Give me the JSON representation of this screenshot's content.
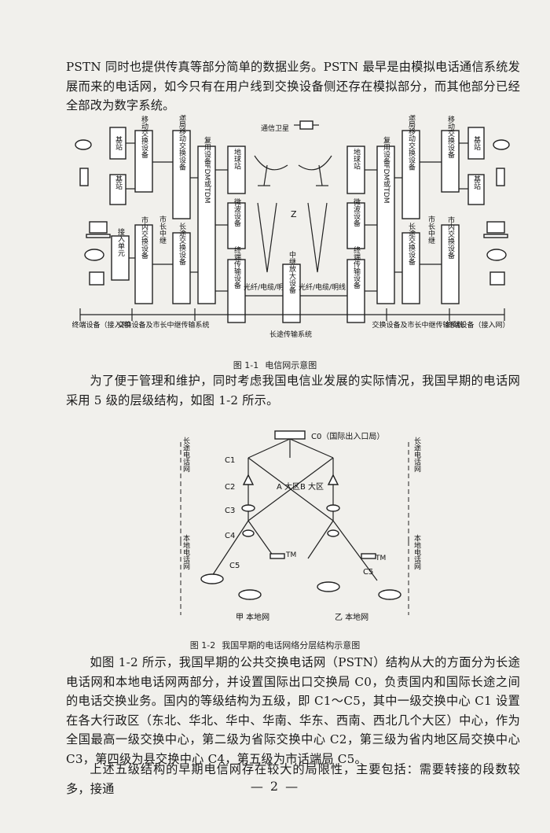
{
  "para1": "PSTN 同时也提供传真等部分简单的数据业务。PSTN 最早是由模拟电话通信系统发展而来的电话网，如今只有在用户线到交换设备侧还存在模拟部分，而其他部分已经全部改为数字系统。",
  "fig1": {
    "satellite": "通信卫星",
    "left": {
      "base_station_1": "基站",
      "base_station_2": "基站",
      "mobile_switch": "移动交换设备",
      "access_unit": "接入单元",
      "local_switch": "市内交换设备",
      "toll_mobile_switch": "长途局移动交换设备",
      "trunk": "市长中继",
      "toll_switch": "长途交换设备",
      "mux": "复用设备FDM或TDM",
      "earth_station": "地球站",
      "microwave": "微波设备",
      "terminal_transmission": "终端传输设备",
      "fiber": "光纤/电缆/明线"
    },
    "middle": {
      "repeater": "中继放大设备"
    },
    "right": {
      "fiber": "光纤/电缆/明线",
      "earth_station": "地球站",
      "microwave": "微波设备",
      "terminal_transmission": "终端传输设备",
      "mux": "复用设备FDM或TDM",
      "toll_mobile_switch": "长途局移动交换设备",
      "trunk": "市长中继",
      "toll_switch": "长途交换设备",
      "mobile_switch": "移动交换设备",
      "local_switch": "市内交换设备",
      "base_station_1": "基站",
      "base_station_2": "基站"
    },
    "bottom": {
      "left_terminal": "终端设备（接入网）",
      "left_switch": "交换设备及市长中继传输系统",
      "center": "长途传输系统",
      "right_switch": "交换设备及市长中继传输系统",
      "right_terminal": "终端设备（接入网）"
    },
    "caption_num": "图 1-1",
    "caption_text": "电信网示意图"
  },
  "para2": "为了便于管理和维护，同时考虑我国电信业发展的实际情况，我国早期的电话网采用 5 级的层级结构，如图 1-2 所示。",
  "fig2": {
    "c0": "C0（国际出入口局）",
    "levels": [
      "C1",
      "C2",
      "C3",
      "C4",
      "C5"
    ],
    "c5_right": "C5",
    "tm_left": "TM",
    "tm_right": "TM",
    "left_toll": "长途电话网",
    "right_toll": "长途电话网",
    "left_local": "本地电话网",
    "right_local": "本地电话网",
    "region_a": "A 大区",
    "region_b": "B 大区",
    "local_a": "甲 本地网",
    "local_b": "乙 本地网",
    "caption_num": "图 1-2",
    "caption_text": "我国早期的电话网络分层结构示意图"
  },
  "para3": "如图 1-2 所示，我国早期的公共交换电话网（PSTN）结构从大的方面分为长途电话网和本地电话网两部分，并设置国际出口交换局 C0，负责国内和国际长途之间的电话交换业务。国内的等级结构为五级，即 C1～C5，其中一级交换中心 C1 设置在各大行政区（东北、华北、华中、华南、华东、西南、西北几个大区）中心，作为全国最高一级交换中心，第二级为省际交换中心 C2，第三级为省内地区局交换中心 C3，第四级为县交换中心 C4，第五级为市话端局 C5。",
  "para4": "上述五级结构的早期电信网存在较大的局限性，主要包括：需要转接的段数较多，接通",
  "page_number": "— 2 —"
}
